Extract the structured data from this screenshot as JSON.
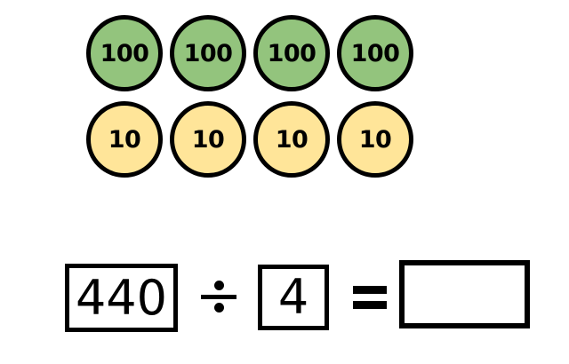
{
  "colors": {
    "background": "#ffffff",
    "outline": "#000000",
    "hundred_fill": "#93c47d",
    "ten_fill": "#ffe599"
  },
  "counters": {
    "rows": [
      {
        "name": "hundreds",
        "label": "100",
        "count": 4,
        "fill": "#93c47d"
      },
      {
        "name": "tens",
        "label": "10",
        "count": 4,
        "fill": "#ffe599"
      }
    ]
  },
  "equation": {
    "dividend": "440",
    "operator": "÷",
    "divisor": "4",
    "equals": "=",
    "answer": ""
  }
}
